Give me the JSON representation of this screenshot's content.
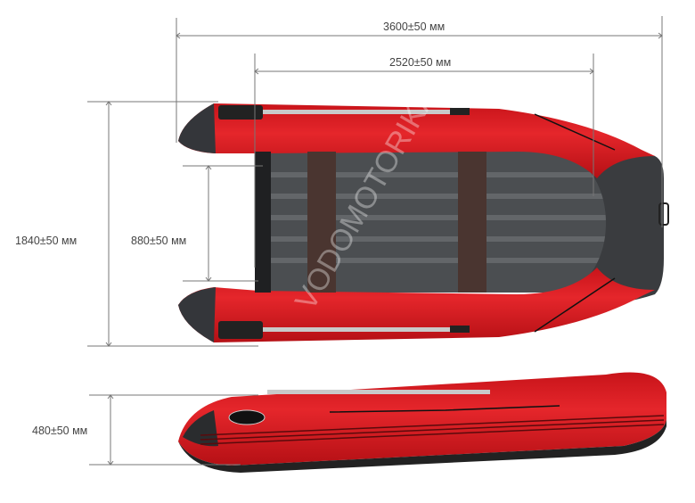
{
  "dimensions": {
    "overall_length": "3600±50 мм",
    "inner_length": "2520±50 мм",
    "overall_width": "1840±50 мм",
    "inner_width": "880±50 мм",
    "height": "480±50 мм"
  },
  "watermark": "VODOMOTORIKA",
  "colors": {
    "hull_red": "#d9181e",
    "tube_dark": "#3a3c3f",
    "floor": "#505356",
    "bench": "#4a3530",
    "line": "#777777"
  }
}
